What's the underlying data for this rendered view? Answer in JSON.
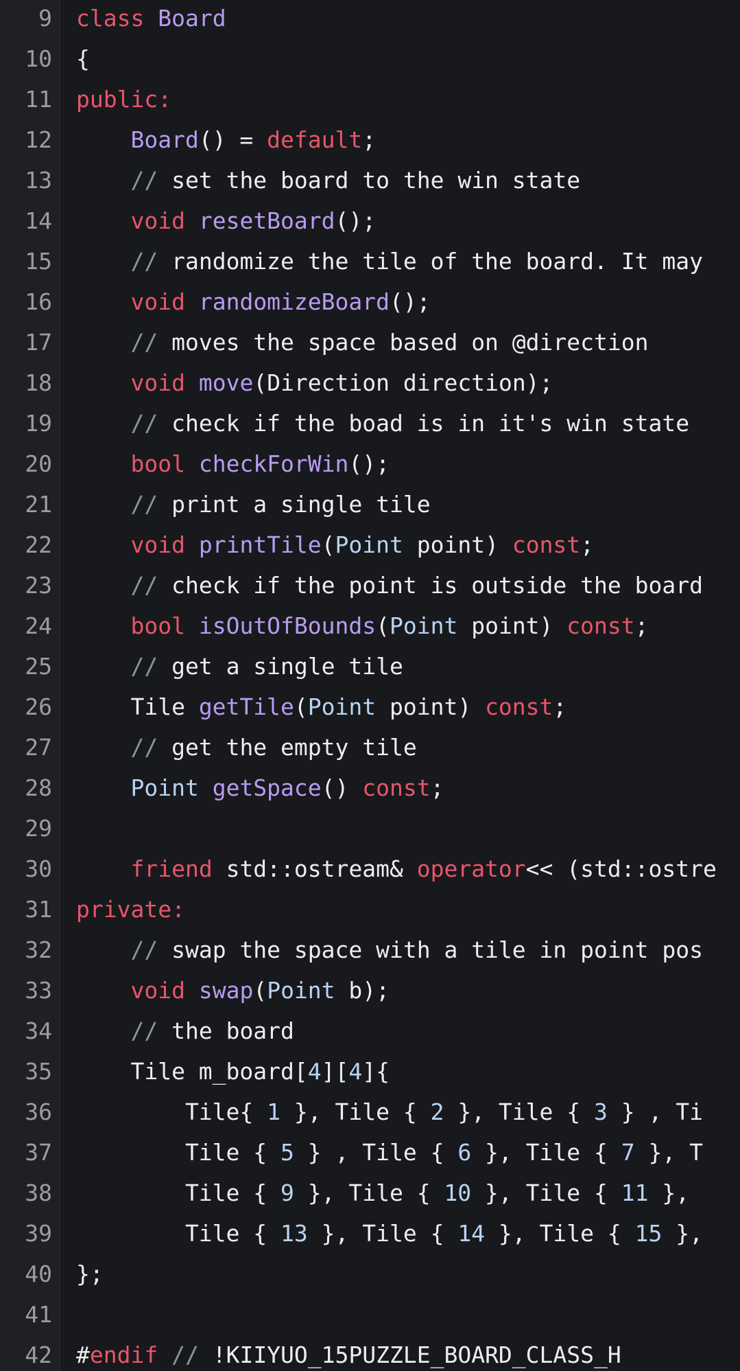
{
  "editor": {
    "lines": [
      {
        "num": "9",
        "tokens": [
          {
            "t": "class",
            "c": "kw"
          },
          {
            "t": " ",
            "c": "pl"
          },
          {
            "t": "Board",
            "c": "fn"
          }
        ]
      },
      {
        "num": "10",
        "tokens": [
          {
            "t": "{",
            "c": "pl"
          }
        ]
      },
      {
        "num": "11",
        "tokens": [
          {
            "t": "public:",
            "c": "kw"
          }
        ]
      },
      {
        "num": "12",
        "tokens": [
          {
            "t": "    ",
            "c": "pl"
          },
          {
            "t": "Board",
            "c": "fn"
          },
          {
            "t": "() = ",
            "c": "pl"
          },
          {
            "t": "default",
            "c": "kw"
          },
          {
            "t": ";",
            "c": "pl"
          }
        ]
      },
      {
        "num": "13",
        "tokens": [
          {
            "t": "    ",
            "c": "pl"
          },
          {
            "t": "//",
            "c": "cm"
          },
          {
            "t": " set the board to the win state",
            "c": "pl"
          }
        ]
      },
      {
        "num": "14",
        "tokens": [
          {
            "t": "    ",
            "c": "pl"
          },
          {
            "t": "void",
            "c": "kw"
          },
          {
            "t": " ",
            "c": "pl"
          },
          {
            "t": "resetBoard",
            "c": "fn"
          },
          {
            "t": "();",
            "c": "pl"
          }
        ]
      },
      {
        "num": "15",
        "tokens": [
          {
            "t": "    ",
            "c": "pl"
          },
          {
            "t": "//",
            "c": "cm"
          },
          {
            "t": " randomize the tile of the board. It may",
            "c": "pl"
          }
        ]
      },
      {
        "num": "16",
        "tokens": [
          {
            "t": "    ",
            "c": "pl"
          },
          {
            "t": "void",
            "c": "kw"
          },
          {
            "t": " ",
            "c": "pl"
          },
          {
            "t": "randomizeBoard",
            "c": "fn"
          },
          {
            "t": "();",
            "c": "pl"
          }
        ]
      },
      {
        "num": "17",
        "tokens": [
          {
            "t": "    ",
            "c": "pl"
          },
          {
            "t": "//",
            "c": "cm"
          },
          {
            "t": " moves the space based on @direction",
            "c": "pl"
          }
        ]
      },
      {
        "num": "18",
        "tokens": [
          {
            "t": "    ",
            "c": "pl"
          },
          {
            "t": "void",
            "c": "kw"
          },
          {
            "t": " ",
            "c": "pl"
          },
          {
            "t": "move",
            "c": "fn"
          },
          {
            "t": "(Direction direction);",
            "c": "pl"
          }
        ]
      },
      {
        "num": "19",
        "tokens": [
          {
            "t": "    ",
            "c": "pl"
          },
          {
            "t": "//",
            "c": "cm"
          },
          {
            "t": " check if the boad is in it's win state",
            "c": "pl"
          }
        ]
      },
      {
        "num": "20",
        "tokens": [
          {
            "t": "    ",
            "c": "pl"
          },
          {
            "t": "bool",
            "c": "kw"
          },
          {
            "t": " ",
            "c": "pl"
          },
          {
            "t": "checkForWin",
            "c": "fn"
          },
          {
            "t": "();",
            "c": "pl"
          }
        ]
      },
      {
        "num": "21",
        "tokens": [
          {
            "t": "    ",
            "c": "pl"
          },
          {
            "t": "//",
            "c": "cm"
          },
          {
            "t": " print a single tile",
            "c": "pl"
          }
        ]
      },
      {
        "num": "22",
        "tokens": [
          {
            "t": "    ",
            "c": "pl"
          },
          {
            "t": "void",
            "c": "kw"
          },
          {
            "t": " ",
            "c": "pl"
          },
          {
            "t": "printTile",
            "c": "fn"
          },
          {
            "t": "(",
            "c": "pl"
          },
          {
            "t": "Point",
            "c": "ty"
          },
          {
            "t": " point) ",
            "c": "pl"
          },
          {
            "t": "const",
            "c": "kw"
          },
          {
            "t": ";",
            "c": "pl"
          }
        ]
      },
      {
        "num": "23",
        "tokens": [
          {
            "t": "    ",
            "c": "pl"
          },
          {
            "t": "//",
            "c": "cm"
          },
          {
            "t": " check if the point is outside the board",
            "c": "pl"
          }
        ]
      },
      {
        "num": "24",
        "tokens": [
          {
            "t": "    ",
            "c": "pl"
          },
          {
            "t": "bool",
            "c": "kw"
          },
          {
            "t": " ",
            "c": "pl"
          },
          {
            "t": "isOutOfBounds",
            "c": "fn"
          },
          {
            "t": "(",
            "c": "pl"
          },
          {
            "t": "Point",
            "c": "ty"
          },
          {
            "t": " point) ",
            "c": "pl"
          },
          {
            "t": "const",
            "c": "kw"
          },
          {
            "t": ";",
            "c": "pl"
          }
        ]
      },
      {
        "num": "25",
        "tokens": [
          {
            "t": "    ",
            "c": "pl"
          },
          {
            "t": "//",
            "c": "cm"
          },
          {
            "t": " get a single tile",
            "c": "pl"
          }
        ]
      },
      {
        "num": "26",
        "tokens": [
          {
            "t": "    Tile ",
            "c": "pl"
          },
          {
            "t": "getTile",
            "c": "fn"
          },
          {
            "t": "(",
            "c": "pl"
          },
          {
            "t": "Point",
            "c": "ty"
          },
          {
            "t": " point) ",
            "c": "pl"
          },
          {
            "t": "const",
            "c": "kw"
          },
          {
            "t": ";",
            "c": "pl"
          }
        ]
      },
      {
        "num": "27",
        "tokens": [
          {
            "t": "    ",
            "c": "pl"
          },
          {
            "t": "//",
            "c": "cm"
          },
          {
            "t": " get the empty tile",
            "c": "pl"
          }
        ]
      },
      {
        "num": "28",
        "tokens": [
          {
            "t": "    ",
            "c": "pl"
          },
          {
            "t": "Point",
            "c": "ty"
          },
          {
            "t": " ",
            "c": "pl"
          },
          {
            "t": "getSpace",
            "c": "fn"
          },
          {
            "t": "() ",
            "c": "pl"
          },
          {
            "t": "const",
            "c": "kw"
          },
          {
            "t": ";",
            "c": "pl"
          }
        ]
      },
      {
        "num": "29",
        "tokens": []
      },
      {
        "num": "30",
        "tokens": [
          {
            "t": "    ",
            "c": "pl"
          },
          {
            "t": "friend",
            "c": "kw"
          },
          {
            "t": " std::ostream& ",
            "c": "pl"
          },
          {
            "t": "operator",
            "c": "kw"
          },
          {
            "t": "<< (std::ostre",
            "c": "pl"
          }
        ]
      },
      {
        "num": "31",
        "tokens": [
          {
            "t": "private:",
            "c": "kw"
          }
        ]
      },
      {
        "num": "32",
        "tokens": [
          {
            "t": "    ",
            "c": "pl"
          },
          {
            "t": "//",
            "c": "cm"
          },
          {
            "t": " swap the space with a tile in point pos",
            "c": "pl"
          }
        ]
      },
      {
        "num": "33",
        "tokens": [
          {
            "t": "    ",
            "c": "pl"
          },
          {
            "t": "void",
            "c": "kw"
          },
          {
            "t": " ",
            "c": "pl"
          },
          {
            "t": "swap",
            "c": "fn"
          },
          {
            "t": "(",
            "c": "pl"
          },
          {
            "t": "Point",
            "c": "ty"
          },
          {
            "t": " b);",
            "c": "pl"
          }
        ]
      },
      {
        "num": "34",
        "tokens": [
          {
            "t": "    ",
            "c": "pl"
          },
          {
            "t": "//",
            "c": "cm"
          },
          {
            "t": " the board",
            "c": "pl"
          }
        ]
      },
      {
        "num": "35",
        "tokens": [
          {
            "t": "    Tile m_board[",
            "c": "pl"
          },
          {
            "t": "4",
            "c": "num"
          },
          {
            "t": "][",
            "c": "pl"
          },
          {
            "t": "4",
            "c": "num"
          },
          {
            "t": "]{",
            "c": "pl"
          }
        ]
      },
      {
        "num": "36",
        "tokens": [
          {
            "t": "        Tile{ ",
            "c": "pl"
          },
          {
            "t": "1",
            "c": "num"
          },
          {
            "t": " }, Tile { ",
            "c": "pl"
          },
          {
            "t": "2",
            "c": "num"
          },
          {
            "t": " }, Tile { ",
            "c": "pl"
          },
          {
            "t": "3",
            "c": "num"
          },
          {
            "t": " } , Ti",
            "c": "pl"
          }
        ]
      },
      {
        "num": "37",
        "tokens": [
          {
            "t": "        Tile { ",
            "c": "pl"
          },
          {
            "t": "5",
            "c": "num"
          },
          {
            "t": " } , Tile { ",
            "c": "pl"
          },
          {
            "t": "6",
            "c": "num"
          },
          {
            "t": " }, Tile { ",
            "c": "pl"
          },
          {
            "t": "7",
            "c": "num"
          },
          {
            "t": " }, T",
            "c": "pl"
          }
        ]
      },
      {
        "num": "38",
        "tokens": [
          {
            "t": "        Tile { ",
            "c": "pl"
          },
          {
            "t": "9",
            "c": "num"
          },
          {
            "t": " }, Tile { ",
            "c": "pl"
          },
          {
            "t": "10",
            "c": "num"
          },
          {
            "t": " }, Tile { ",
            "c": "pl"
          },
          {
            "t": "11",
            "c": "num"
          },
          {
            "t": " }, ",
            "c": "pl"
          }
        ]
      },
      {
        "num": "39",
        "tokens": [
          {
            "t": "        Tile { ",
            "c": "pl"
          },
          {
            "t": "13",
            "c": "num"
          },
          {
            "t": " }, Tile { ",
            "c": "pl"
          },
          {
            "t": "14",
            "c": "num"
          },
          {
            "t": " }, Tile { ",
            "c": "pl"
          },
          {
            "t": "15",
            "c": "num"
          },
          {
            "t": " },",
            "c": "pl"
          }
        ]
      },
      {
        "num": "40",
        "tokens": [
          {
            "t": "};",
            "c": "pl"
          }
        ]
      },
      {
        "num": "41",
        "tokens": []
      },
      {
        "num": "42",
        "tokens": [
          {
            "t": "#",
            "c": "pl"
          },
          {
            "t": "endif",
            "c": "kw"
          },
          {
            "t": " ",
            "c": "pl"
          },
          {
            "t": "//",
            "c": "cm"
          },
          {
            "t": " !KIIYUO_15PUZZLE_BOARD_CLASS_H",
            "c": "pl"
          }
        ]
      }
    ]
  },
  "theme": {
    "background": "#18191d",
    "gutter": "#1f2024",
    "keyword": "#e8566a",
    "function": "#b89cf0",
    "type": "#b9d4f2",
    "comment": "#8c93a0",
    "plain": "#eeeeee"
  }
}
